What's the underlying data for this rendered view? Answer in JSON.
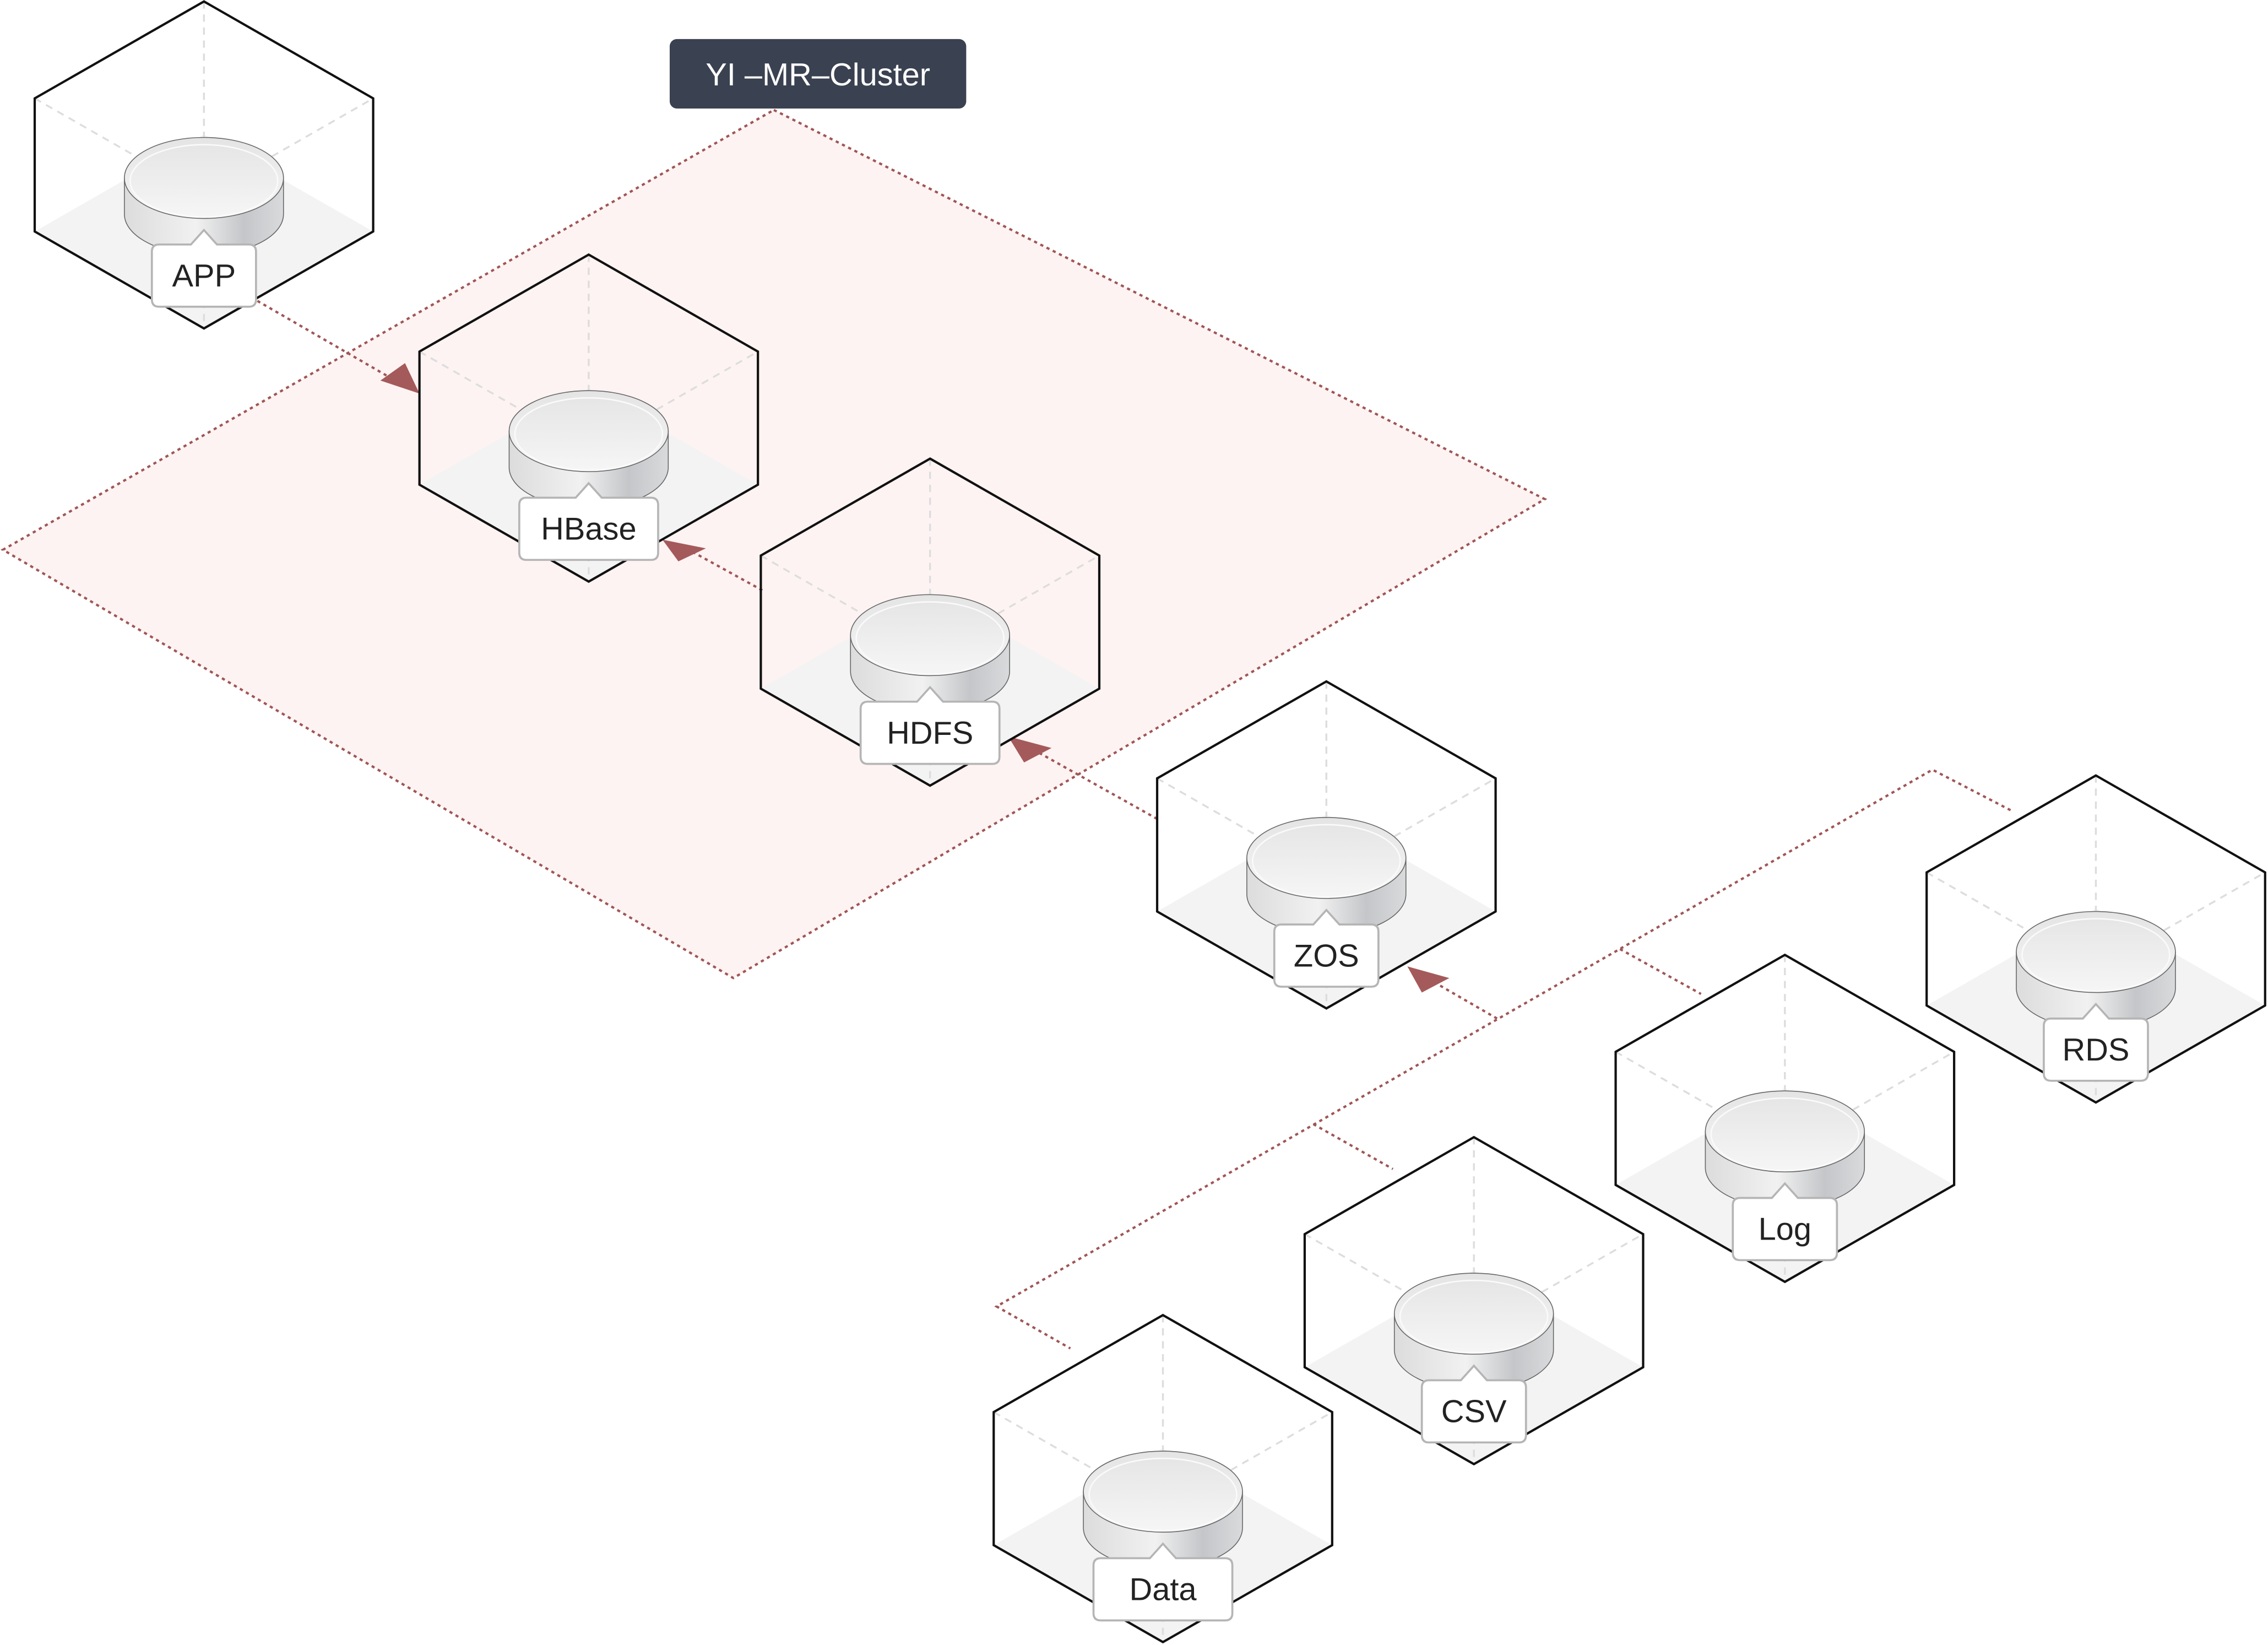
{
  "diagram": {
    "title": "YI –MR–Cluster",
    "groups": [
      {
        "id": "mr-cluster",
        "label": "YI –MR–Cluster",
        "members": [
          "HBase",
          "HDFS"
        ]
      },
      {
        "id": "data-sources",
        "label": "",
        "members": [
          "RDS",
          "Log",
          "CSV",
          "Data"
        ]
      }
    ],
    "nodes": [
      {
        "id": "app",
        "label": "APP",
        "icon": "database-cylinder-icon"
      },
      {
        "id": "hbase",
        "label": "HBase",
        "icon": "database-cylinder-icon"
      },
      {
        "id": "hdfs",
        "label": "HDFS",
        "icon": "database-cylinder-icon"
      },
      {
        "id": "zos",
        "label": "ZOS",
        "icon": "database-cylinder-icon"
      },
      {
        "id": "rds",
        "label": "RDS",
        "icon": "database-cylinder-icon"
      },
      {
        "id": "log",
        "label": "Log",
        "icon": "database-cylinder-icon"
      },
      {
        "id": "csv",
        "label": "CSV",
        "icon": "database-cylinder-icon"
      },
      {
        "id": "data",
        "label": "Data",
        "icon": "database-cylinder-icon"
      }
    ],
    "edges": [
      {
        "from": "APP",
        "to": "HBase"
      },
      {
        "from": "HDFS",
        "to": "HBase"
      },
      {
        "from": "ZOS",
        "to": "HDFS"
      },
      {
        "from": "data-sources",
        "to": "ZOS"
      }
    ],
    "colors": {
      "edge": "#a05555",
      "arrow": "#a45a5a",
      "cluster_fill": "#fdf3f2",
      "cluster_badge": "#3a4150",
      "cube_floor": "#f3f3f3"
    }
  }
}
